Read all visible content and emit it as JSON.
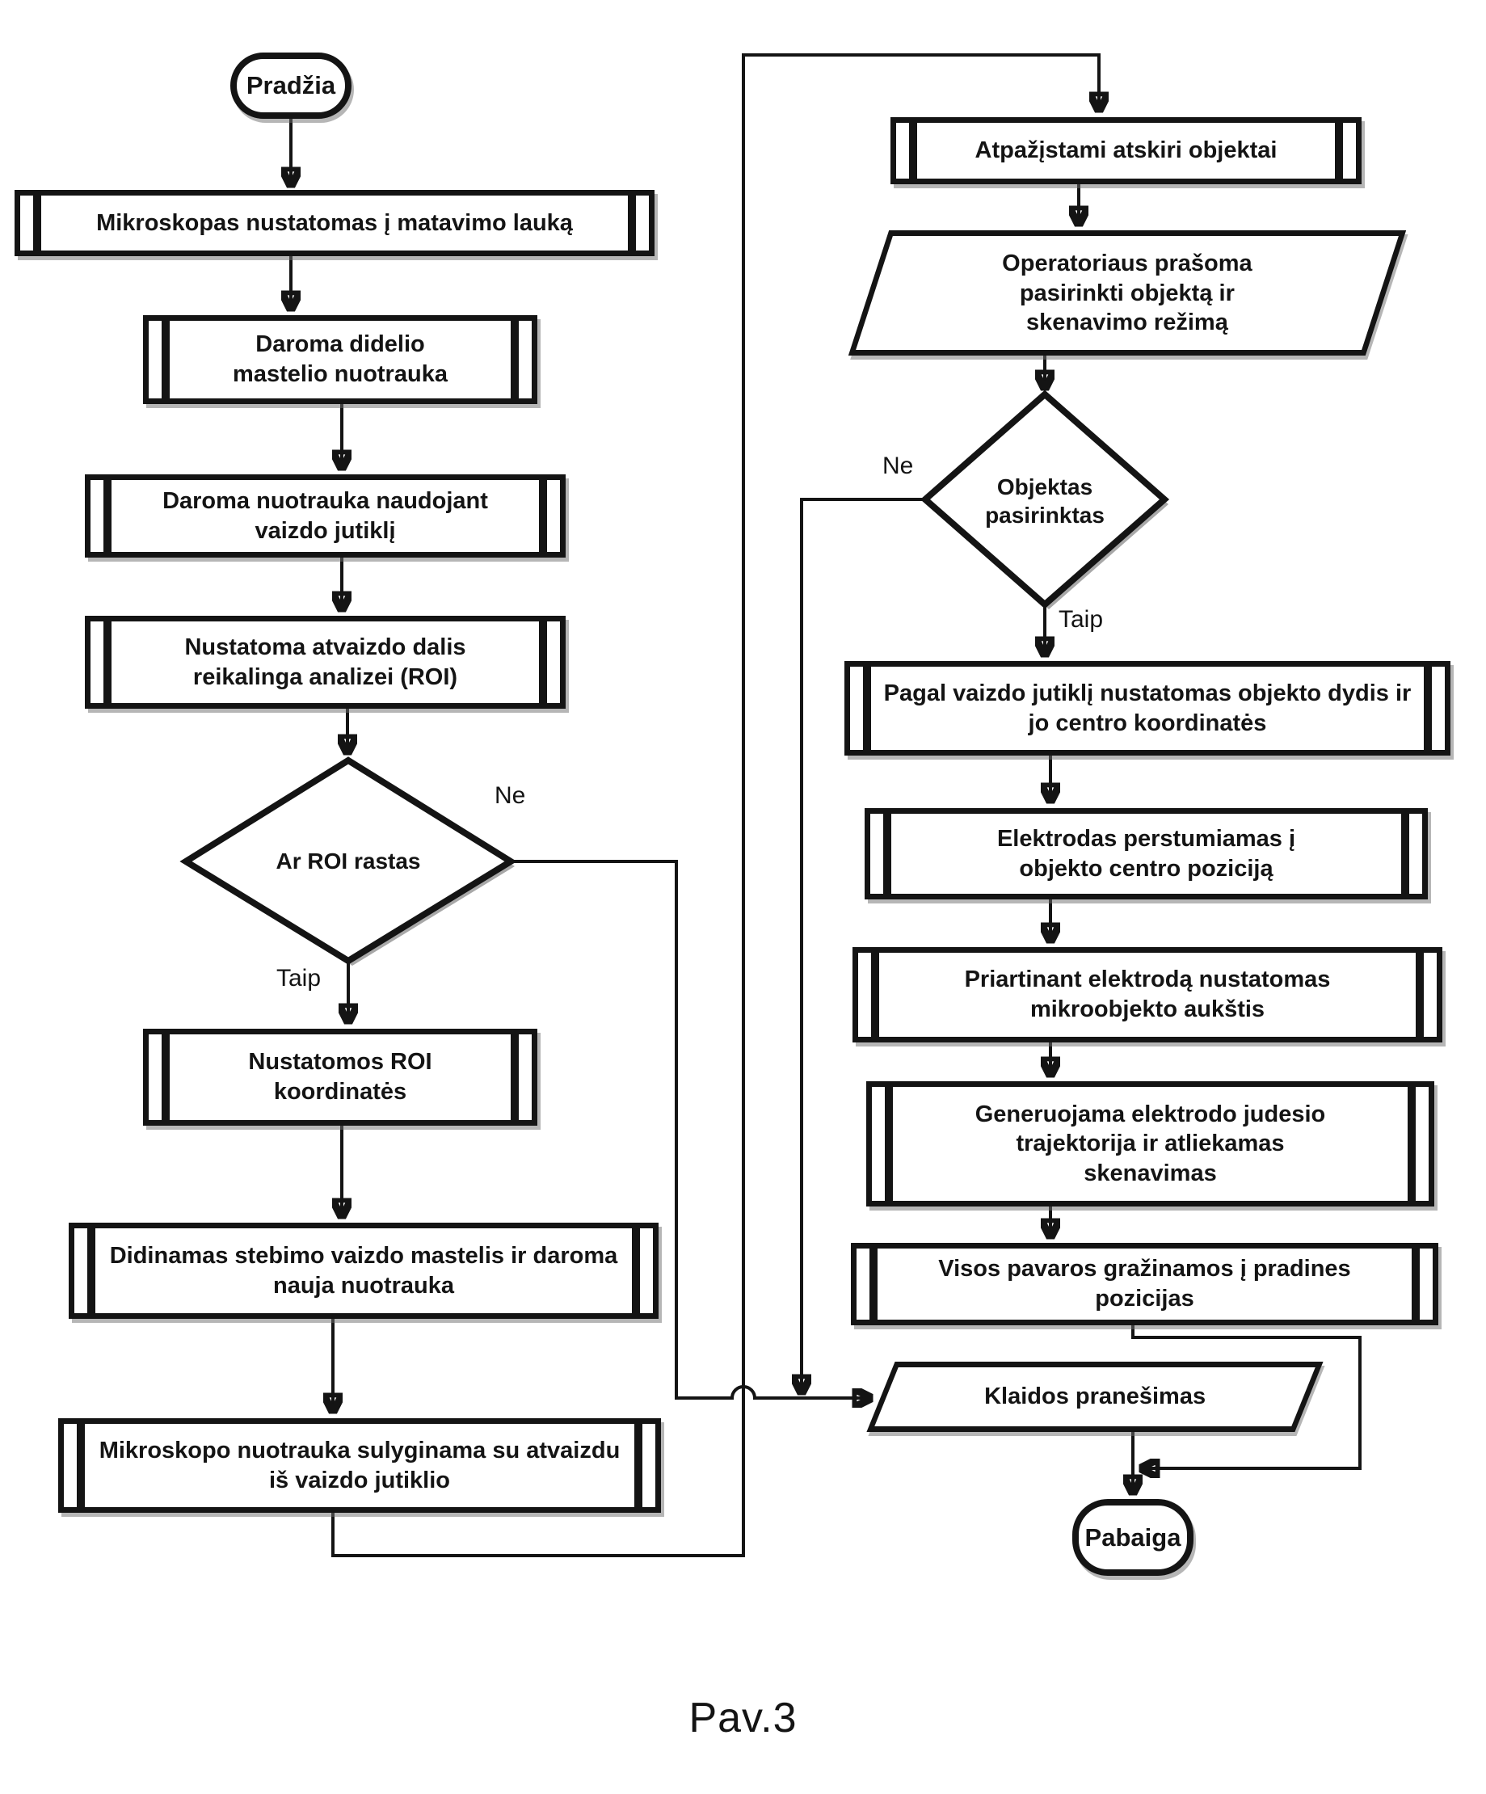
{
  "caption": "Pav.3",
  "colors": {
    "ink": "#141414",
    "background": "#ffffff"
  },
  "nodes": {
    "start": {
      "label": "Pradžia"
    },
    "p1": {
      "label": "Mikroskopas nustatomas į matavimo lauką"
    },
    "p2": {
      "label": "Daroma didelio mastelio nuotrauka"
    },
    "p3": {
      "label": "Daroma nuotrauka naudojant vaizdo jutiklį"
    },
    "p4": {
      "label": "Nustatoma atvaizdo dalis reikalinga analizei (ROI)"
    },
    "d1": {
      "label": "Ar ROI rastas"
    },
    "p5": {
      "label": "Nustatomos ROI koordinatės"
    },
    "p6": {
      "label": "Didinamas stebimo vaizdo mastelis ir daroma nauja nuotrauka"
    },
    "p7": {
      "label": "Mikroskopo nuotrauka sulyginama su atvaizdu iš vaizdo jutiklio"
    },
    "r1": {
      "label": "Atpažįstami atskiri objektai"
    },
    "io1": {
      "label": "Operatoriaus prašoma pasirinkti objektą ir skenavimo režimą"
    },
    "d2": {
      "label": "Objektas pasirinktas"
    },
    "r2": {
      "label": "Pagal vaizdo jutiklį nustatomas objekto dydis ir jo centro koordinatės"
    },
    "r3": {
      "label": "Elektrodas perstumiamas į objekto centro poziciją"
    },
    "r4": {
      "label": "Priartinant elektrodą nustatomas mikroobjekto aukštis"
    },
    "r5": {
      "label": "Generuojama elektrodo judesio trajektorija ir atliekamas skenavimas"
    },
    "r6": {
      "label": "Visos pavaros gražinamos į pradines pozicijas"
    },
    "io2": {
      "label": "Klaidos pranešimas"
    },
    "end": {
      "label": "Pabaiga"
    }
  },
  "edge_labels": {
    "d1_no": "Ne",
    "d1_yes": "Taip",
    "d2_no": "Ne",
    "d2_yes": "Taip"
  }
}
